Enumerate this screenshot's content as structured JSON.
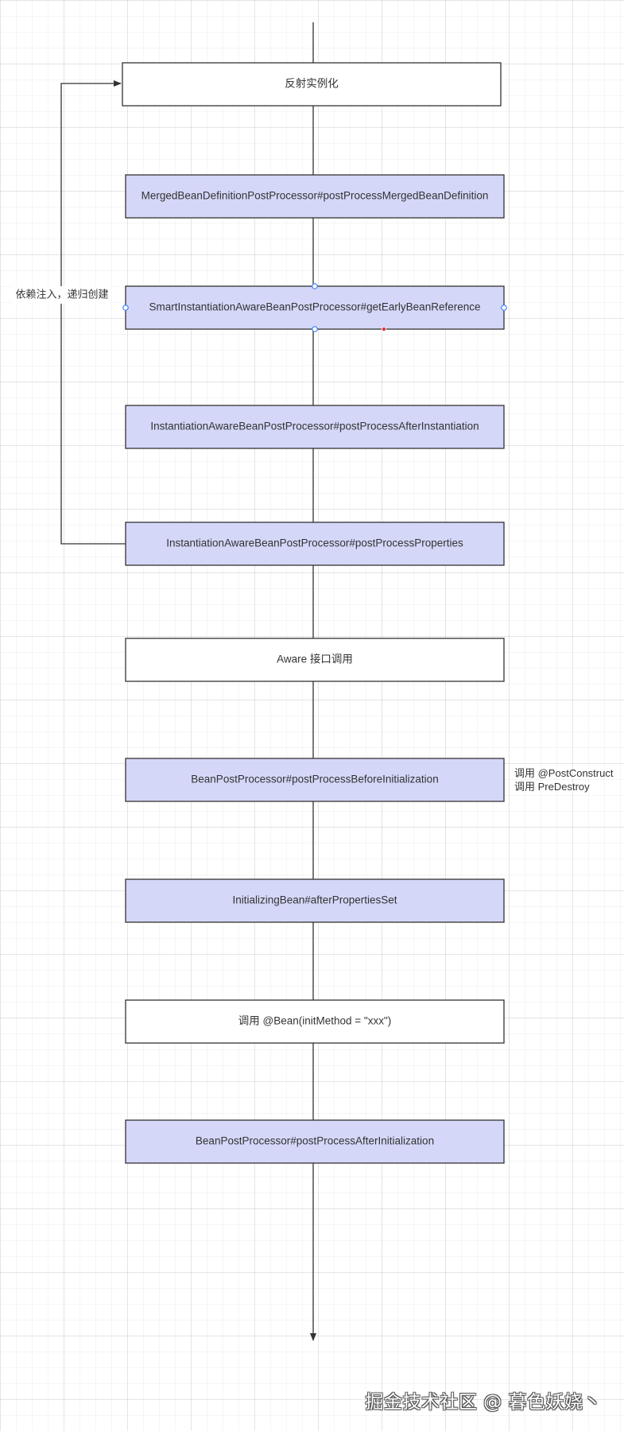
{
  "diagram": {
    "steps": [
      {
        "id": "reflect",
        "label": "反射实例化",
        "style": "plain"
      },
      {
        "id": "merged",
        "label": "MergedBeanDefinitionPostProcessor#postProcessMergedBeanDefinition",
        "style": "highlight"
      },
      {
        "id": "early",
        "label": "SmartInstantiationAwareBeanPostProcessor#getEarlyBeanReference",
        "style": "highlight",
        "selected": true
      },
      {
        "id": "after-inst",
        "label": "InstantiationAwareBeanPostProcessor#postProcessAfterInstantiation",
        "style": "highlight"
      },
      {
        "id": "props",
        "label": "InstantiationAwareBeanPostProcessor#postProcessProperties",
        "style": "highlight"
      },
      {
        "id": "aware",
        "label": "Aware 接口调用",
        "style": "plain"
      },
      {
        "id": "before-init",
        "label": "BeanPostProcessor#postProcessBeforeInitialization",
        "style": "highlight"
      },
      {
        "id": "init-bean",
        "label": "InitializingBean#afterPropertiesSet",
        "style": "highlight"
      },
      {
        "id": "init-method",
        "label": "调用 @Bean(initMethod = \"xxx\")",
        "style": "plain"
      },
      {
        "id": "after-init",
        "label": "BeanPostProcessor#postProcessAfterInitialization",
        "style": "highlight"
      }
    ],
    "loop_label": "依赖注入，递归创建",
    "side_note": [
      "调用 @PostConstruct",
      "调用 PreDestroy"
    ],
    "colors": {
      "highlight_fill": "#d4d7f8",
      "plain_fill": "#ffffff",
      "stroke": "#333333",
      "handle": "#3b82f6",
      "anchor": "#e03131"
    }
  },
  "watermark": "掘金技术社区 @ 暮色妖娆丶"
}
